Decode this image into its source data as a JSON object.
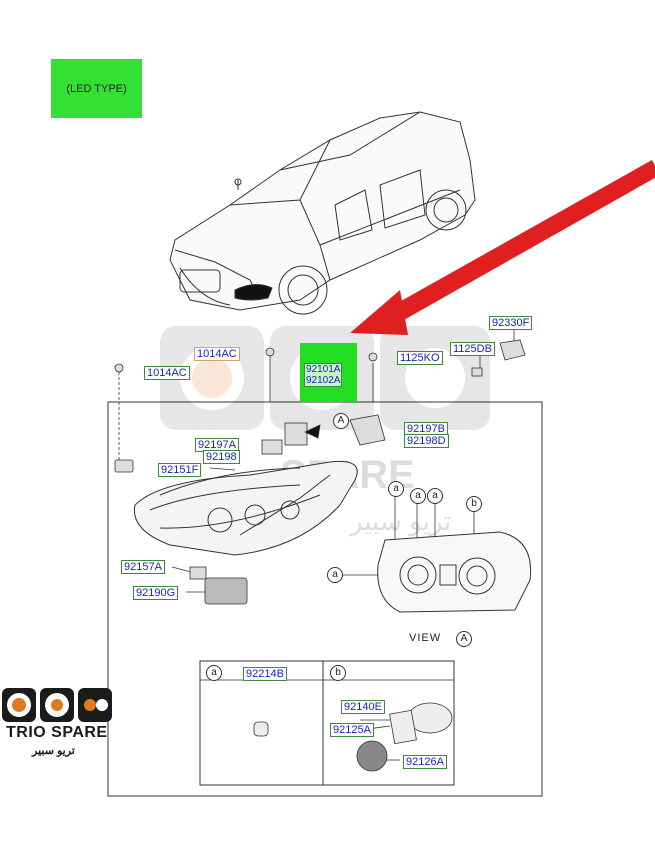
{
  "header": {
    "led_type_label": "(LED TYPE)"
  },
  "highlight": {
    "line1": "92101A",
    "line2": "92102A"
  },
  "parts": {
    "p92330F": "92330F",
    "p1125DB": "1125DB",
    "p1125KO": "1125KO",
    "p1014AC_top": "1014AC",
    "p1014AC_left": "1014AC",
    "p92197B": "92197B",
    "p92198D": "92198D",
    "p92197A": "92197A",
    "p92198": "92198",
    "p92151F": "92151F",
    "p92157A": "92157A",
    "p92190G": "92190G",
    "p92214B": "92214B",
    "p92140E": "92140E",
    "p92125A": "92125A",
    "p92126A": "92126A"
  },
  "view_label": "VIEW",
  "callouts": {
    "A": "A",
    "a": "a",
    "b": "b"
  },
  "watermark": {
    "brand": "TRIO SPARE",
    "arabic": "تريو سبير"
  },
  "colors": {
    "highlight_green": "#22dd22",
    "arrow_red": "#e02020",
    "label_text": "#1c24b8",
    "label_border": "#3c8a3c"
  }
}
